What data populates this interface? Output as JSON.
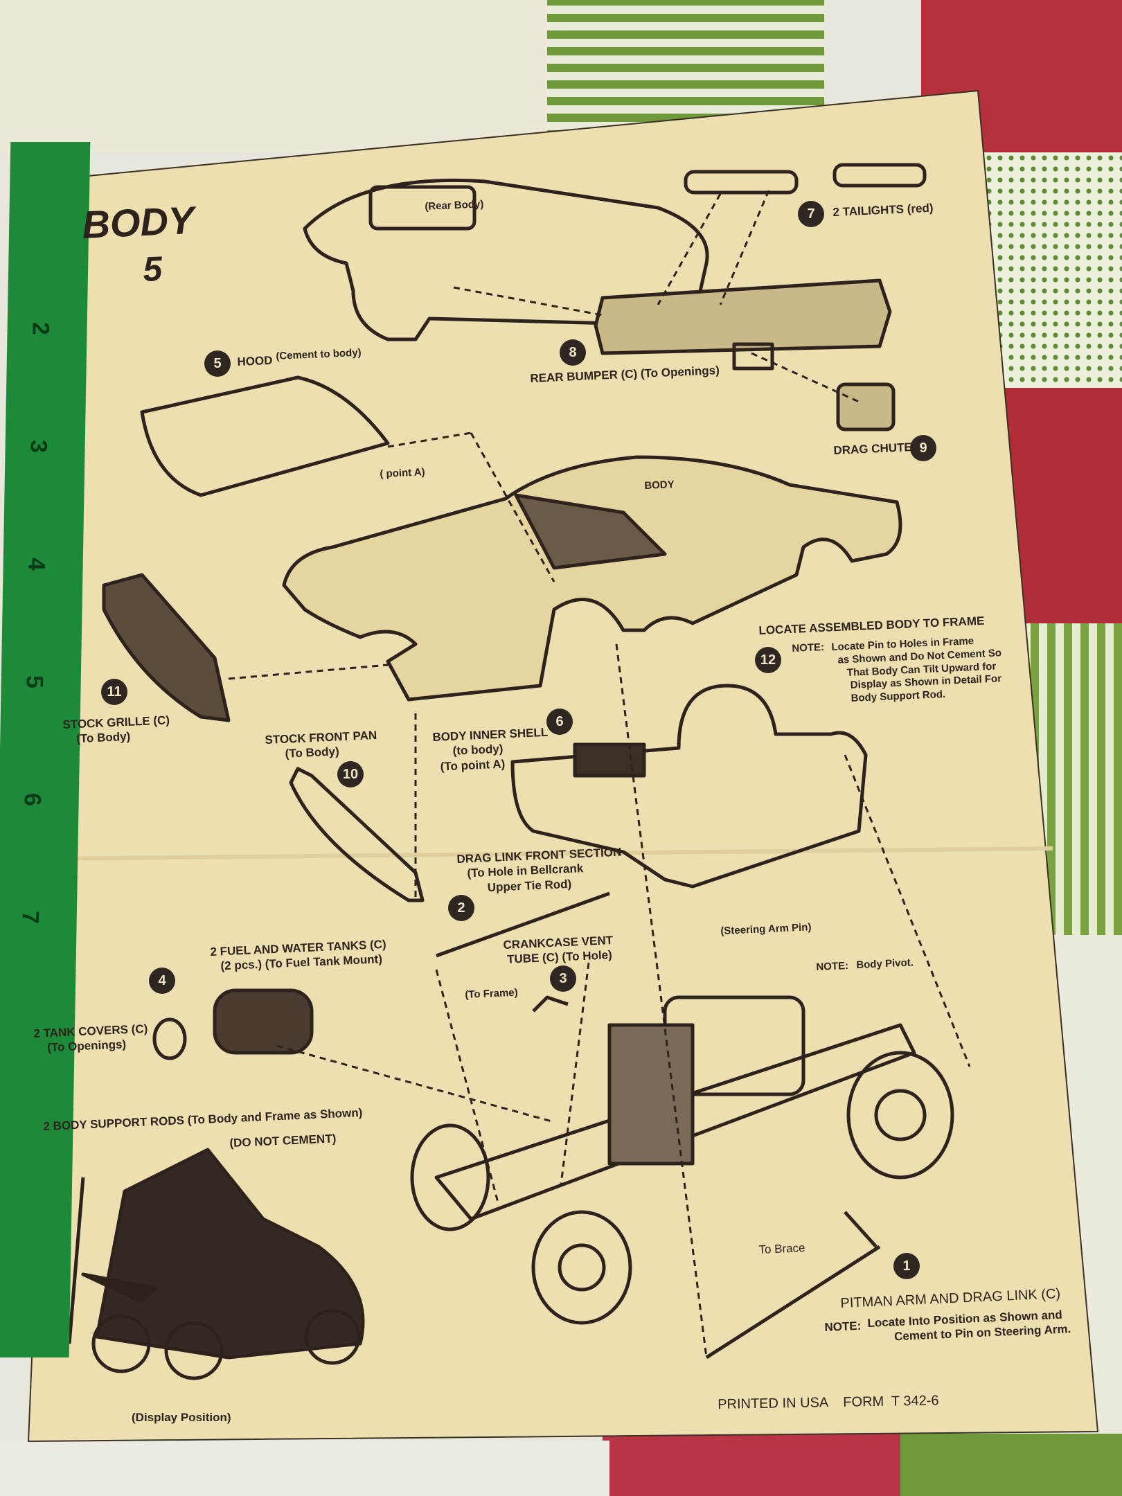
{
  "header": {
    "title": "BODY",
    "step": "5"
  },
  "labels": {
    "rear_body": "(Rear Body)",
    "tailights": "2 TAILIGHTS (red)",
    "rear_bumper": "REAR BUMPER (C) (To Openings)",
    "hood": "HOOD",
    "hood_note": "(Cement to body)",
    "point_a": "( point A)",
    "drag_chute": "DRAG CHUTE",
    "body": "BODY",
    "locate_title": "LOCATE ASSEMBLED BODY TO FRAME",
    "locate_note_label": "NOTE:",
    "locate_note": "Locate Pin to Holes in Frame\n  as Shown and Do Not Cement So\n     That Body Can Tilt Upward for\n      Display as Shown in Detail For\n      Body Support Rod.",
    "stock_grille": "STOCK GRILLE (C)\n    (To Body)",
    "stock_front_pan": "STOCK FRONT PAN\n      (To Body)",
    "inner_shell": "BODY INNER SHELL\n      (to body)\n  (To point A)",
    "drag_link_front": "DRAG LINK FRONT SECTION\n   (To Hole in Bellcrank\n         Upper Tie Rod)",
    "crankcase": "CRANKCASE VENT\n TUBE (C) (To Hole)",
    "steering_arm_pin": "(Steering Arm Pin)",
    "body_pivot_label": "NOTE:",
    "body_pivot": "Body Pivot.",
    "fuel_tanks": "2 FUEL AND WATER TANKS (C)\n   (2 pcs.) (To Fuel Tank Mount)",
    "to_frame": "(To Frame)",
    "tank_covers": "2 TANK COVERS (C)\n    (To Openings)",
    "support_rods": "2 BODY SUPPORT RODS (To Body and Frame as Shown)",
    "do_not_cement": "(DO NOT CEMENT)",
    "to_brace": "To Brace",
    "pitman": "PITMAN ARM AND DRAG LINK (C)",
    "pitman_note_label": "NOTE:",
    "pitman_note": "Locate Into Position as Shown and\n        Cement to Pin on Steering Arm.",
    "display_position": "(Display Position)",
    "footer": "PRINTED IN USA    FORM  T 342-6"
  },
  "steps": {
    "s1": "1",
    "s2": "2",
    "s3": "3",
    "s4": "4",
    "s5": "5",
    "s6": "6",
    "s7": "7",
    "s8": "8",
    "s9": "9",
    "s10": "10",
    "s11": "11",
    "s12": "12"
  },
  "ruler": {
    "marks": [
      "2",
      "3",
      "4",
      "5",
      "6",
      "7"
    ]
  },
  "colors": {
    "paper": "#eedfb0",
    "ink": "#2e231c",
    "ruler": "#1d8a3a"
  }
}
